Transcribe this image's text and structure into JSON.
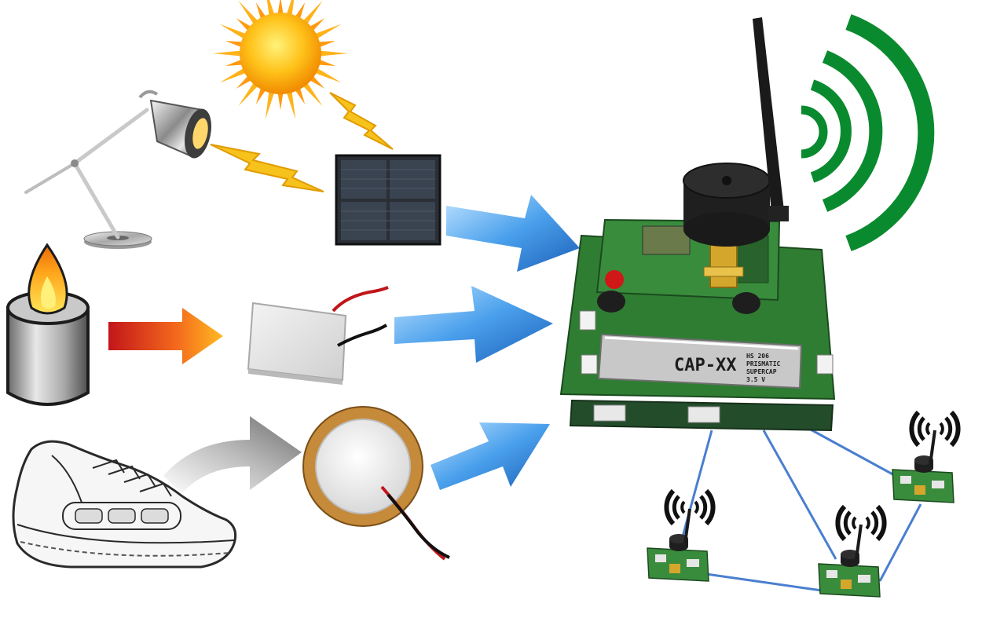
{
  "diagram": {
    "module_labels": {
      "battery_main": "CAP-XX",
      "battery_line_1": "HS 206",
      "battery_line_2": "PRISMATIC",
      "battery_line_3": "SUPERCAP",
      "battery_line_4": "3.5 V"
    },
    "energy_sources": [
      {
        "name": "light",
        "items": [
          "desk-lamp",
          "sun"
        ],
        "harvester": "solar-panel"
      },
      {
        "name": "heat",
        "items": [
          "candle"
        ],
        "harvester": "thermoelectric-module"
      },
      {
        "name": "motion",
        "items": [
          "shoe"
        ],
        "harvester": "piezo-disc"
      }
    ],
    "colors": {
      "signal_green": "#0a8a2e",
      "flow_arrow_blue": "#2f86d8",
      "heat_arrow_start": "#d0201a",
      "heat_arrow_end": "#ffb21a",
      "motion_arrow": "#8a8a8a",
      "network_link": "#4a7fcf",
      "pcb_green": "#2f7d32",
      "bolt_yellow": "#f6c21b"
    }
  }
}
